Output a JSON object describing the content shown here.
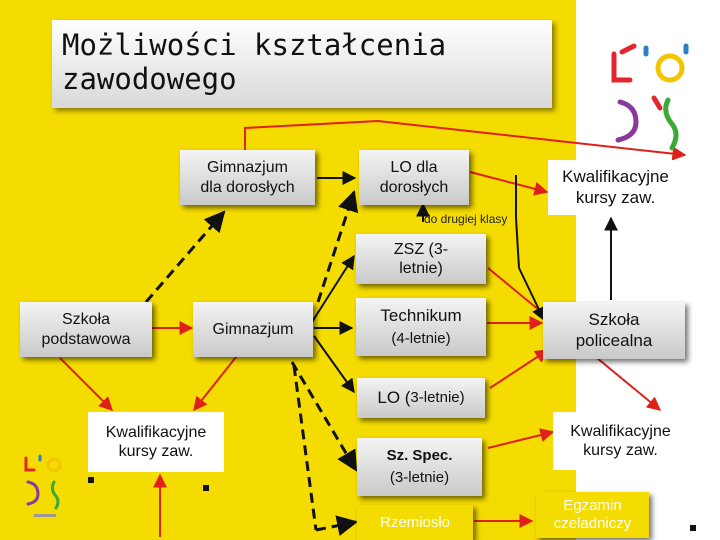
{
  "title": "Możliwości kształcenia\nzawodowego",
  "nodes": {
    "gimnazjum_doroslych": "Gimnazjum\ndla dorosłych",
    "lo_doroslych": "LO  dla\ndorosłych",
    "kwalifikacyjne_top": "Kwalifikacyjne\nkursy zaw.",
    "zsz": "ZSZ (3-\nletnie)",
    "szkola_podstawowa": "Szkoła\npodstawowa",
    "gimnazjum": "Gimnazjum",
    "technikum_line1": "Technikum",
    "technikum_line2": "(4-letnie)",
    "szkola_policealna": "Szkoła\npolicealna",
    "lo_prefix": "LO (",
    "lo_suffix": "3-letnie)",
    "kwalifikacyjne_left": "Kwalifikacyjne\nkursy zaw.",
    "sz_spec_line1": "Sz. Spec.",
    "sz_spec_line2": "(3-letnie)",
    "kwalifikacyjne_right": "Kwalifikacyjne\nkursy zaw.",
    "rzemioslo": "Rzemiosło",
    "egzamin": "Egzamin\nczeladniczy"
  },
  "note": "do drugiej klasy",
  "colors": {
    "background_yellow": "#f5dc00",
    "red_arrow": "#e0201b",
    "black_arrow": "#111111",
    "logo_yellow": "#f3c500",
    "logo_red": "#e3262d",
    "logo_purple": "#8a3a9b",
    "logo_blue": "#2d7fc1",
    "logo_green": "#3aaa35"
  },
  "icons": [
    "logo-icon",
    "small-logo-icon"
  ]
}
